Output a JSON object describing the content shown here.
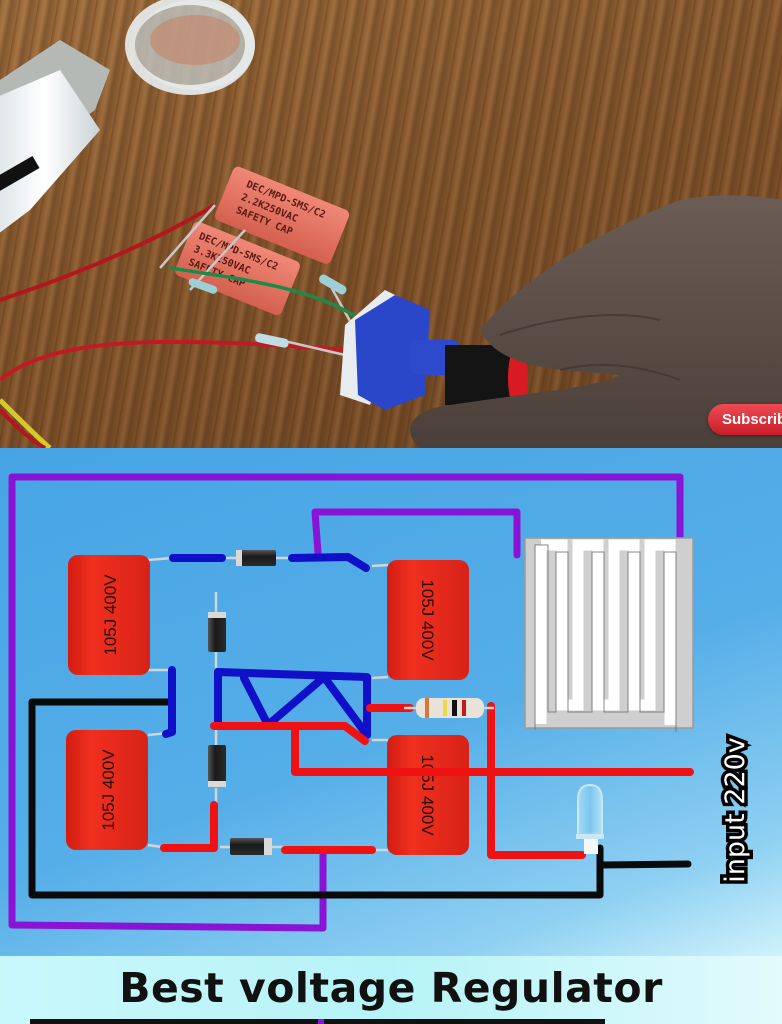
{
  "video": {
    "subscribe_label": "Subscrib",
    "safety_caps": [
      {
        "line1": "DEC/MPD-SMS/C2",
        "line2": "2.2K250VAC",
        "line3": "SAFETY CAP"
      },
      {
        "line1": "DEC/MPD-SMS/C2",
        "line2": "3.3K250VAC",
        "line3": "SAFETY CAP"
      }
    ]
  },
  "diagram": {
    "capacitors": [
      {
        "label": "105J 400V",
        "position": "top-left"
      },
      {
        "label": "105J 400V",
        "position": "top-right"
      },
      {
        "label": "105J 400V",
        "position": "bottom-left"
      },
      {
        "label": "105J 400V",
        "position": "bottom-right"
      }
    ],
    "input_label": "input 220v",
    "wire_colors": {
      "purple": "#8a14d6",
      "blue": "#1010c8",
      "red": "#f01212",
      "black": "#0a0a0a"
    },
    "capacitor_color": "#e8261a",
    "background_color": "#4aa6e6"
  },
  "footer": {
    "title": "Best voltage Regulator"
  }
}
